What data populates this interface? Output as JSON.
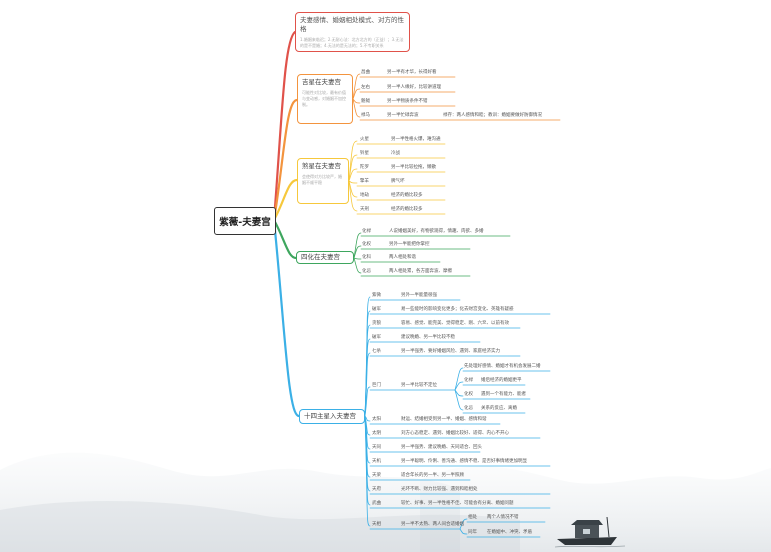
{
  "root": "紫薇-夫妻宫",
  "colors": {
    "red": "#e0524a",
    "orange": "#f3943e",
    "yellow": "#f6c83c",
    "green": "#3ea65e",
    "blue": "#3bb0e6",
    "ink": "#333333"
  },
  "b1": {
    "title": "夫妻感情、婚姻相处模式、对方的性格",
    "desc": "1.婚姻来临迟；2.无耐心法：北方北方的（正益）；3.无法的是不是婚；4.无法的是无法的；5.不专职关系"
  },
  "b2": {
    "title": "吉星在夫妻宫",
    "desc": "可能性对比较，最有价值与变动感，对婚姻不加控制。"
  },
  "b3": {
    "title": "煞星在夫妻宫",
    "desc": "会使得对方比较严，婚姻不顺平稳"
  },
  "b4": {
    "title": "四化在夫妻宫"
  },
  "b5": {
    "title": "十四主星入夫妻宫"
  },
  "ji": [
    {
      "k": "昌曲",
      "v": "另一半有才华，长得好看"
    },
    {
      "k": "左右",
      "v": "另一半人缘好，比较讲道理"
    },
    {
      "k": "魁钺",
      "v": "另一半物质条件不错"
    },
    {
      "k": "禄马",
      "v": "另一半忙碌奔波",
      "v2": "禄存：两人感情和睦；教训：婚姻要做好防御情况"
    }
  ],
  "sha": [
    {
      "k": "火星",
      "v": "另一半性格火爆，难沟通"
    },
    {
      "k": "铃星",
      "v": "冷战"
    },
    {
      "k": "陀罗",
      "v": "另一半比较拉拖，懒散"
    },
    {
      "k": "擎羊",
      "v": "脾气坏"
    },
    {
      "k": "地劫",
      "v": "经济的婚比较多"
    },
    {
      "k": "天刑",
      "v": "经济的婚比较多"
    }
  ],
  "hua": [
    {
      "k": "化禄",
      "v": "人说婚姻美好，有物欲观得，情趣、肉欲、多婚"
    },
    {
      "k": "化权",
      "v": "另外一半能把你掌控"
    },
    {
      "k": "化科",
      "v": "两人相处和谐"
    },
    {
      "k": "化忌",
      "v": "两人相处累，各方面奔波、摩擦"
    }
  ],
  "stars": [
    {
      "k": "紫微",
      "v": "另外一半能量很强"
    },
    {
      "k": "破军",
      "v": "易一些能时的影响变化更多；化去财宫变化、英雄有疑惑"
    },
    {
      "k": "贪狼",
      "v": "容易、感觉、能完美、觉得稳定、刚、六爻、以前有效"
    },
    {
      "k": "破军",
      "v": "建议晚婚、另一半比较不稳"
    },
    {
      "k": "七杀",
      "v": "另一半强势、要好婚姻风险、遇到、家庭经济实力"
    },
    {
      "k": "巨门",
      "v": "另一半比较不定位"
    },
    {
      "k": "太阳",
      "v": "财运、结婚相受到另一半、婚姻、感情和谐"
    },
    {
      "k": "太阴",
      "v": "刘方心态稳定、遇到、婚姻比较好、适得、内心不开心"
    },
    {
      "k": "天同",
      "v": "另一半强势、建议晚婚、天同适合、回头"
    },
    {
      "k": "天机",
      "v": "另一半聪明、伶俐、善沟通、感情不稳、是否好事情绪更加明显"
    },
    {
      "k": "天梁",
      "v": "适合年长的另一半、另一半照顾"
    },
    {
      "k": "天府",
      "v": "光环不断、财力比较强、遇到和睦相处"
    },
    {
      "k": "武曲",
      "v": "较忙、好事、另一半性格不佳、可能会有分离、婚姻问题"
    },
    {
      "k": "天相",
      "v": "另一半不太熟、两人间合适婚姻"
    }
  ],
  "sub": [
    {
      "k": "",
      "v": "先处理好感情、婚姻才有机会发展二婚"
    },
    {
      "k": "化禄",
      "v": "婚后经济的婚姻更平"
    },
    {
      "k": "化权",
      "v": "遇到一个有能力、能者"
    },
    {
      "k": "化忌",
      "v": "关系的反应、离婚"
    }
  ],
  "sub2": [
    {
      "k": "相处",
      "v": "两个人情况不错"
    },
    {
      "k": "同年",
      "v": "在婚姻中、冲突、矛盾"
    }
  ]
}
